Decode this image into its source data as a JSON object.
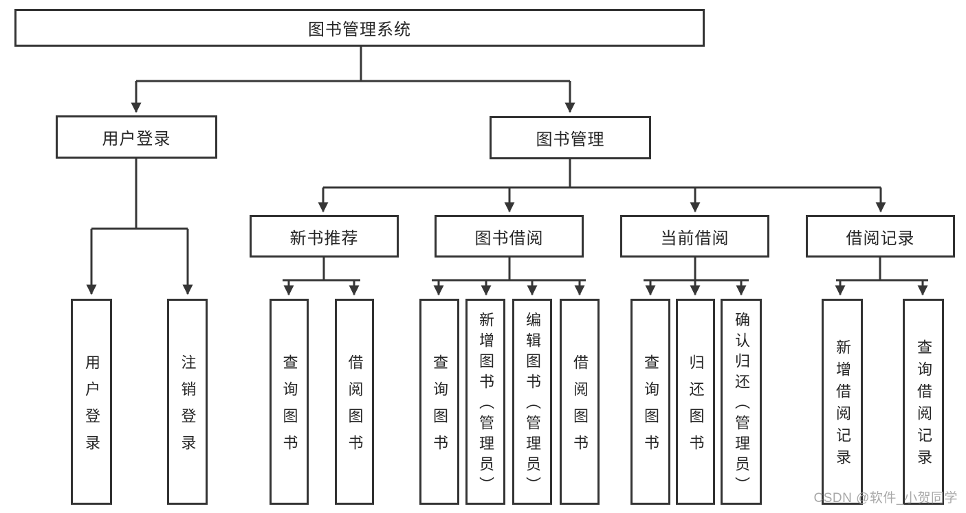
{
  "nodes": {
    "root": {
      "label": "图书管理系统",
      "children": [
        {
          "label": "用户登录",
          "children": [
            {
              "label": "用户登录"
            },
            {
              "label": "注销登录"
            }
          ]
        },
        {
          "label": "图书管理",
          "children": [
            {
              "label": "新书推荐",
              "children": [
                {
                  "label": "查询图书"
                },
                {
                  "label": "借阅图书"
                }
              ]
            },
            {
              "label": "图书借阅",
              "children": [
                {
                  "label": "查询图书"
                },
                {
                  "label": "新增图书（管理员）"
                },
                {
                  "label": "编辑图书（管理员）"
                },
                {
                  "label": "借阅图书"
                }
              ]
            },
            {
              "label": "当前借阅",
              "children": [
                {
                  "label": "查询图书"
                },
                {
                  "label": "归还图书"
                },
                {
                  "label": "确认归还（管理员）"
                }
              ]
            },
            {
              "label": "借阅记录",
              "children": [
                {
                  "label": "新增借阅记录"
                },
                {
                  "label": "查询借阅记录"
                }
              ]
            }
          ]
        }
      ]
    }
  },
  "watermark": {
    "text": "CSDN @软件_小贺同学"
  },
  "colors": {
    "line": "#363636",
    "box_border": "#333333",
    "text": "#262626",
    "background": "#ffffff",
    "watermark": "#9e9e9e"
  }
}
